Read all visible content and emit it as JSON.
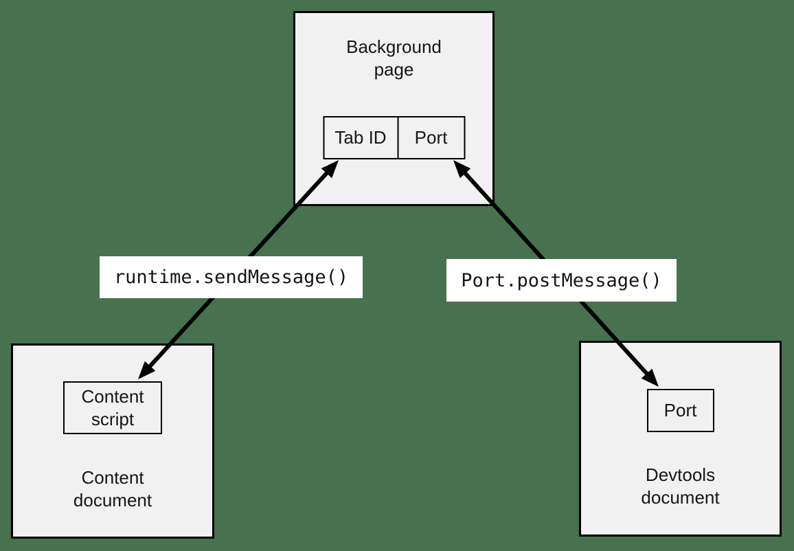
{
  "colors": {
    "background": "#47714f",
    "node_fill": "#f1f1f1",
    "node_border": "#000000",
    "label_fill": "#ffffff",
    "arrow": "#000000",
    "text": "#161616"
  },
  "nodes": {
    "background_page": {
      "title": "Background\npage",
      "cells": [
        {
          "label": "Tab ID"
        },
        {
          "label": "Port"
        }
      ]
    },
    "content_document": {
      "title": "Content\ndocument",
      "inner_box": {
        "label": "Content\nscript"
      }
    },
    "devtools_document": {
      "title": "Devtools\ndocument",
      "inner_box": {
        "label": "Port"
      }
    }
  },
  "edges": [
    {
      "label": "runtime.sendMessage()",
      "from": "content-script",
      "to": "background-page-tab-id",
      "direction": "bidirectional"
    },
    {
      "label": "Port.postMessage()",
      "from": "devtools-port",
      "to": "background-page-port",
      "direction": "bidirectional"
    }
  ]
}
